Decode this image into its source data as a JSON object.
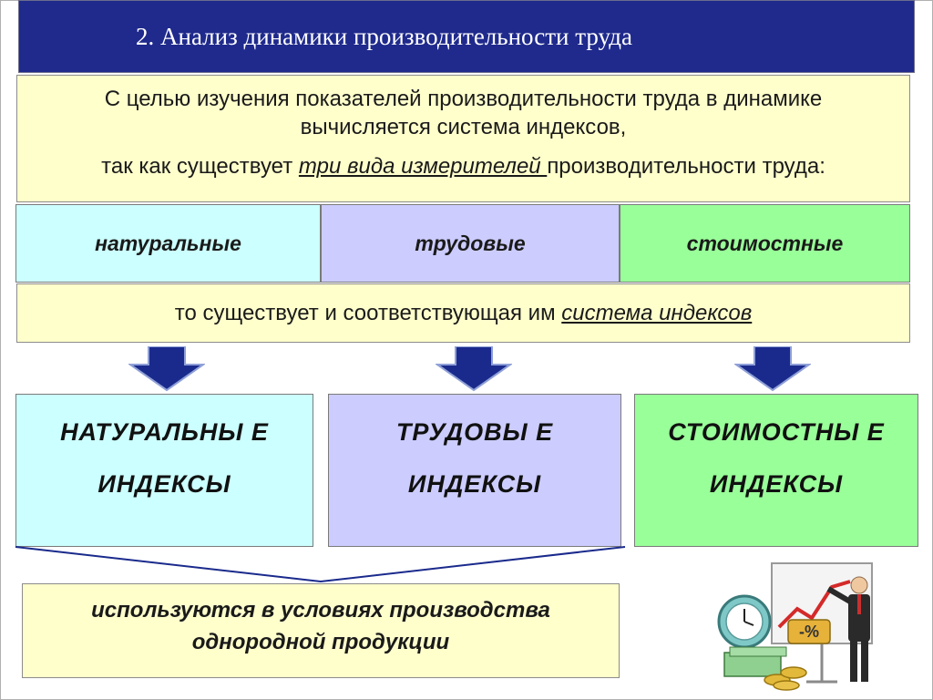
{
  "title": "2. Анализ динамики производительности труда",
  "intro": {
    "line1": "С целью изучения показателей производительности труда в динамике",
    "line2": "вычисляется система индексов,",
    "line3_pre": "так как существует ",
    "line3_em": "три вида измерителей ",
    "line3_post": "производительности труда:"
  },
  "types": [
    "натуральные",
    "трудовые",
    "стоимостные"
  ],
  "correspondence": {
    "pre": "то существует и соответствующая им ",
    "em": "система индексов"
  },
  "indices": [
    {
      "line1": "НАТУРАЛЬНЫ Е",
      "line2": "ИНДЕКСЫ"
    },
    {
      "line1": "ТРУДОВЫ Е",
      "line2": "ИНДЕКСЫ"
    },
    {
      "line1": "СТОИМОСТНЫ Е",
      "line2": "ИНДЕКСЫ"
    }
  ],
  "bottom": {
    "line1": "используются в условиях производства",
    "line2": "однородной продукции"
  },
  "clipart_labels": {
    "percent": "-%"
  },
  "colors": {
    "title_bg": "#1f2a8c",
    "yellow_box": "#ffffcc",
    "cyan_box": "#ccffff",
    "lavender_box": "#ccccff",
    "green_box": "#99ff99",
    "arrow": "#1a2a8c"
  }
}
